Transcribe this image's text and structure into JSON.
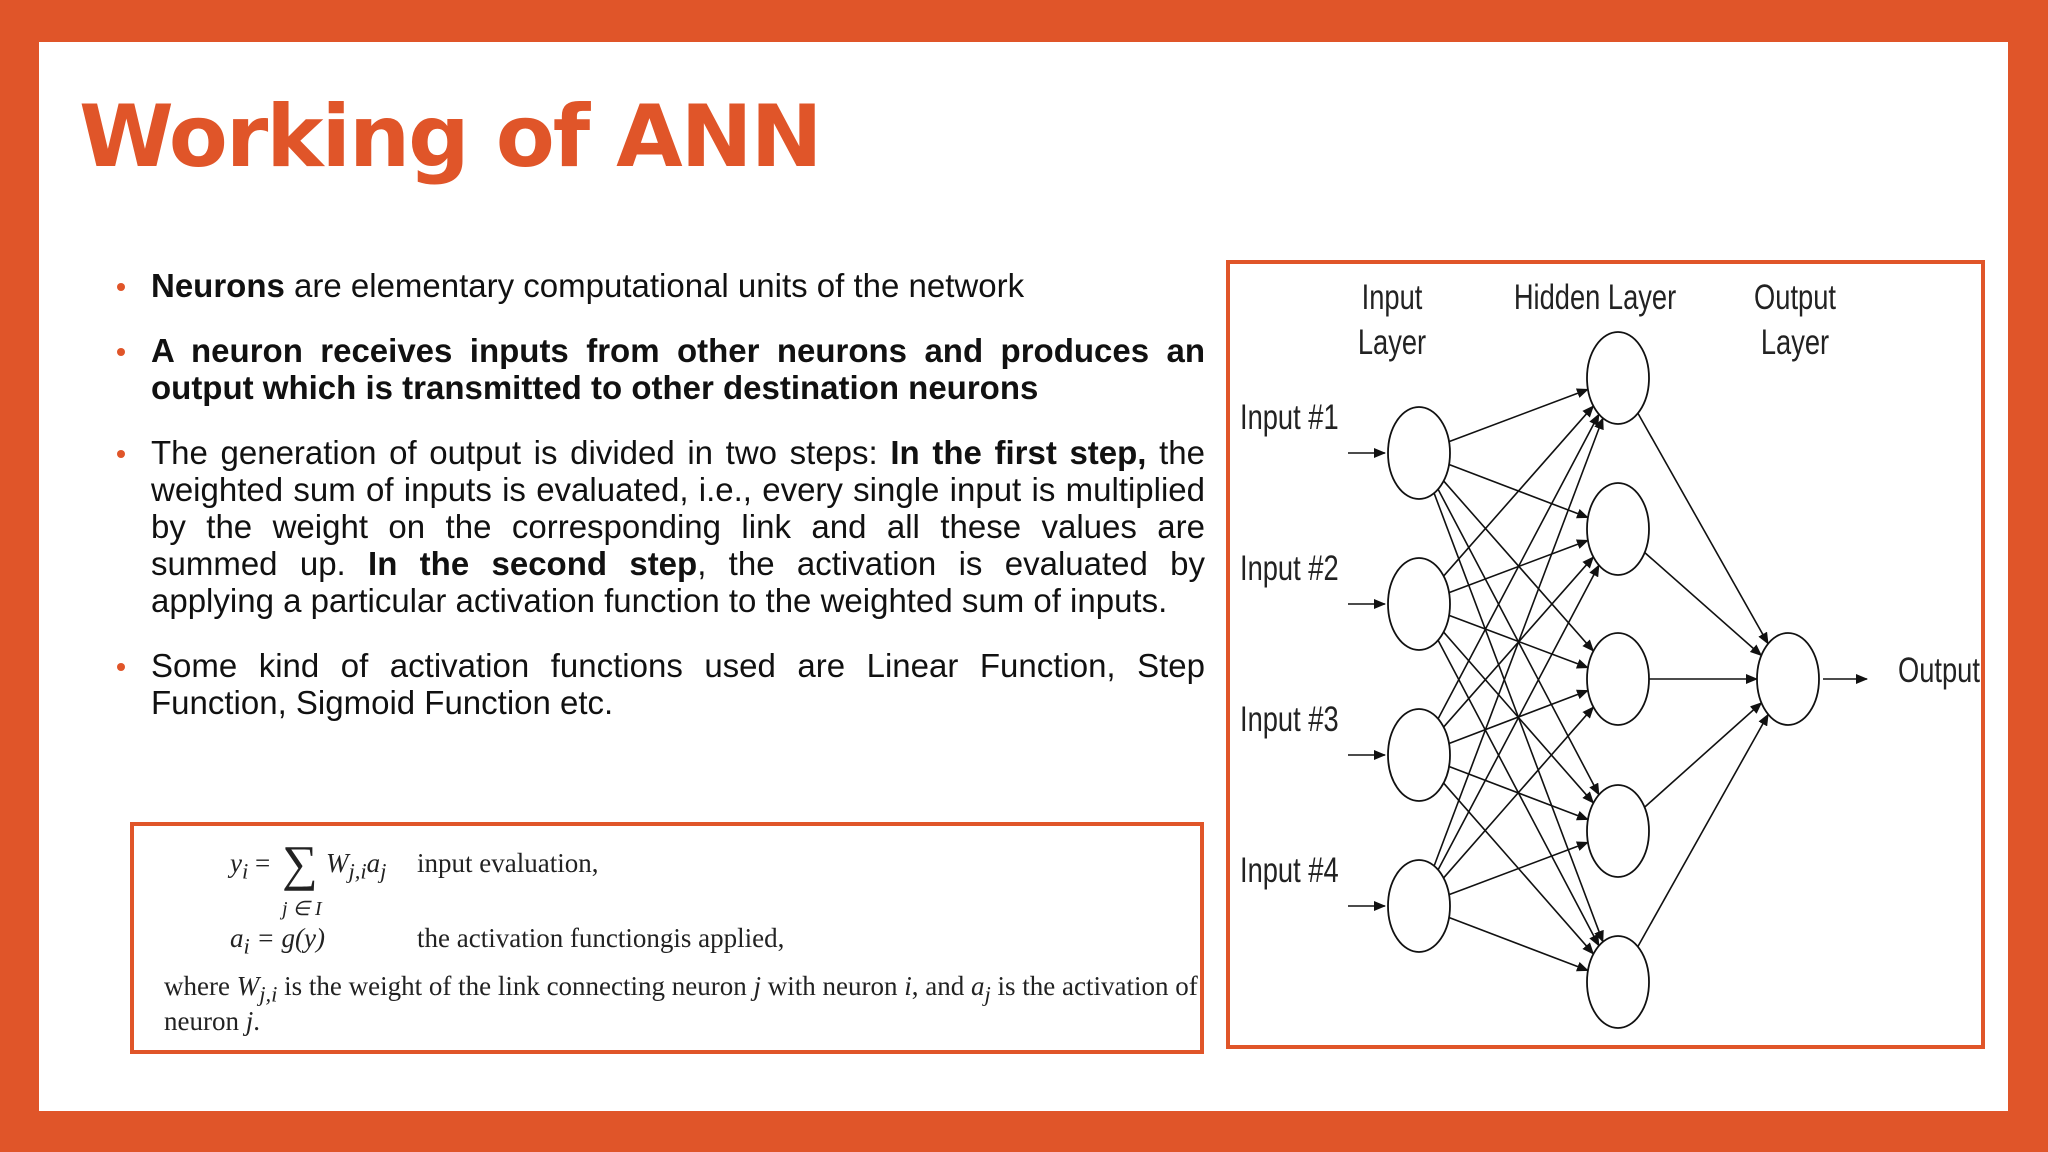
{
  "slide": {
    "title": "Working of ANN",
    "accent_color": "#e05529"
  },
  "bullets": {
    "b1": {
      "bold": "Neurons",
      "rest": " are elementary computational units of the network"
    },
    "b2": {
      "bold": "A neuron receives inputs from other neurons and produces an output which is transmitted to other destination neurons"
    },
    "b3": {
      "t1": "The generation of output is divided in two steps: ",
      "b1": "In the first step,",
      "t2": " the weighted sum of inputs is evaluated, i.e., every single input is multiplied by the weight on the corresponding link and all  these values are summed up. ",
      "b2": "In the second step",
      "t3": ", the activation is evaluated by applying a particular activation function to the weighted sum of inputs."
    },
    "b4": {
      "text": "Some kind of activation functions used are Linear Function, Step Function, Sigmoid Function etc."
    }
  },
  "formula": {
    "eq1_lhs": "y",
    "eq1_lhs_sub": "i",
    "eq1_eq": "=",
    "sigma": "∑",
    "sigma_sub": "j ∈ I",
    "eq1_term": "W",
    "eq1_term_sub": "j,i",
    "eq1_term2": "a",
    "eq1_term2_sub": "j",
    "eq1_desc": "input evaluation,",
    "eq2_lhs": "a",
    "eq2_lhs_sub": "i",
    "eq2_rhs": "= g(y)",
    "eq2_desc": "the activation functiongis applied,",
    "note_1": "where ",
    "note_w": "W",
    "note_w_sub": "j,i",
    "note_2": " is the weight of the link connecting neuron ",
    "note_j": "j",
    "note_3": " with neuron ",
    "note_i": "i",
    "note_4": ", and ",
    "note_a": "a",
    "note_a_sub": "j",
    "note_5": " is the activation of",
    "note_6": "neuron ",
    "note_j2": "j",
    "note_7": "."
  },
  "diagram": {
    "header_input_1": "Input",
    "header_input_2": "Layer",
    "header_hidden": "Hidden Layer",
    "header_output_1": "Output",
    "header_output_2": "Layer",
    "inputs": [
      "Input #1",
      "Input #2",
      "Input #3",
      "Input #4"
    ],
    "output_label": "Output"
  }
}
